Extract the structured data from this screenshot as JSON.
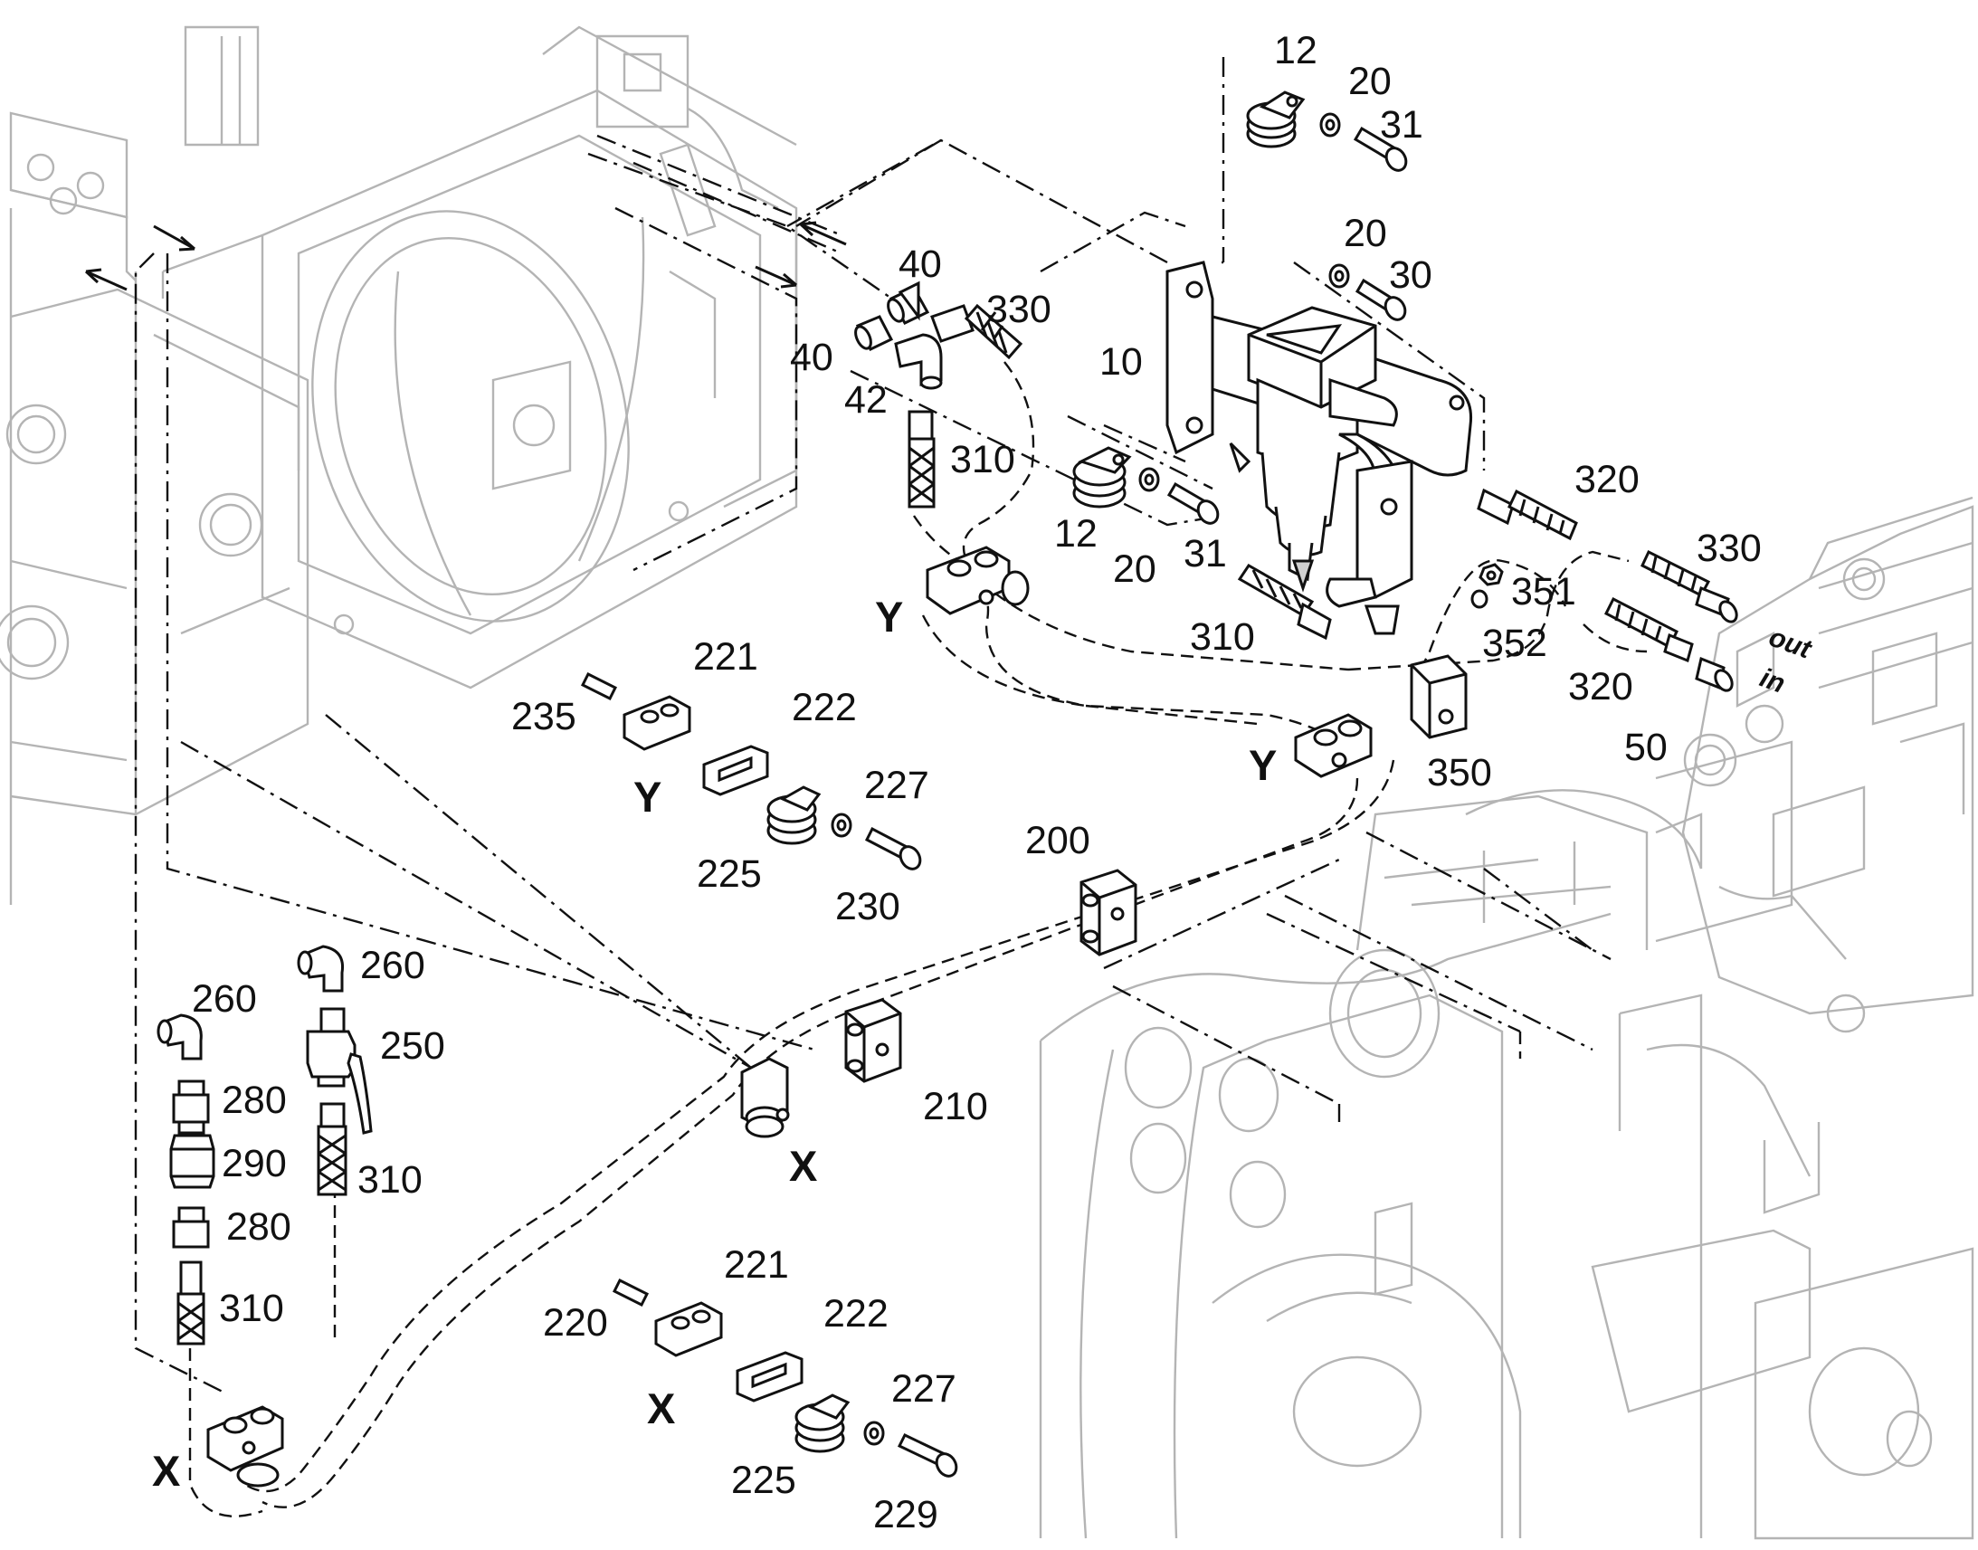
{
  "callouts": {
    "y_top": "Y",
    "y_mid": "Y",
    "y_detail": "Y",
    "x_mid": "X",
    "x_left": "X",
    "x_detail": "X"
  },
  "flow": {
    "out": "out",
    "in": "in"
  },
  "labels": {
    "p12_top": "12",
    "p20_top": "20",
    "p31_top": "31",
    "p20_b": "20",
    "p30": "30",
    "p40_a": "40",
    "p330_a": "330",
    "p40_b": "40",
    "p10": "10",
    "p42": "42",
    "p310_a": "310",
    "p12_b": "12",
    "p20_c": "20",
    "p31_b": "31",
    "p320_a": "320",
    "p330_b": "330",
    "p351": "351",
    "p352": "352",
    "p310_b": "310",
    "p320_b": "320",
    "p350": "350",
    "p50": "50",
    "p221_a": "221",
    "p235": "235",
    "p222_a": "222",
    "p227_a": "227",
    "p225_a": "225",
    "p230": "230",
    "p200": "200",
    "p210": "210",
    "p260_a": "260",
    "p260_b": "260",
    "p250": "250",
    "p280_a": "280",
    "p290": "290",
    "p280_b": "280",
    "p310_c": "310",
    "p310_d": "310",
    "p221_b": "221",
    "p220": "220",
    "p222_b": "222",
    "p227_b": "227",
    "p225_b": "225",
    "p229": "229"
  }
}
